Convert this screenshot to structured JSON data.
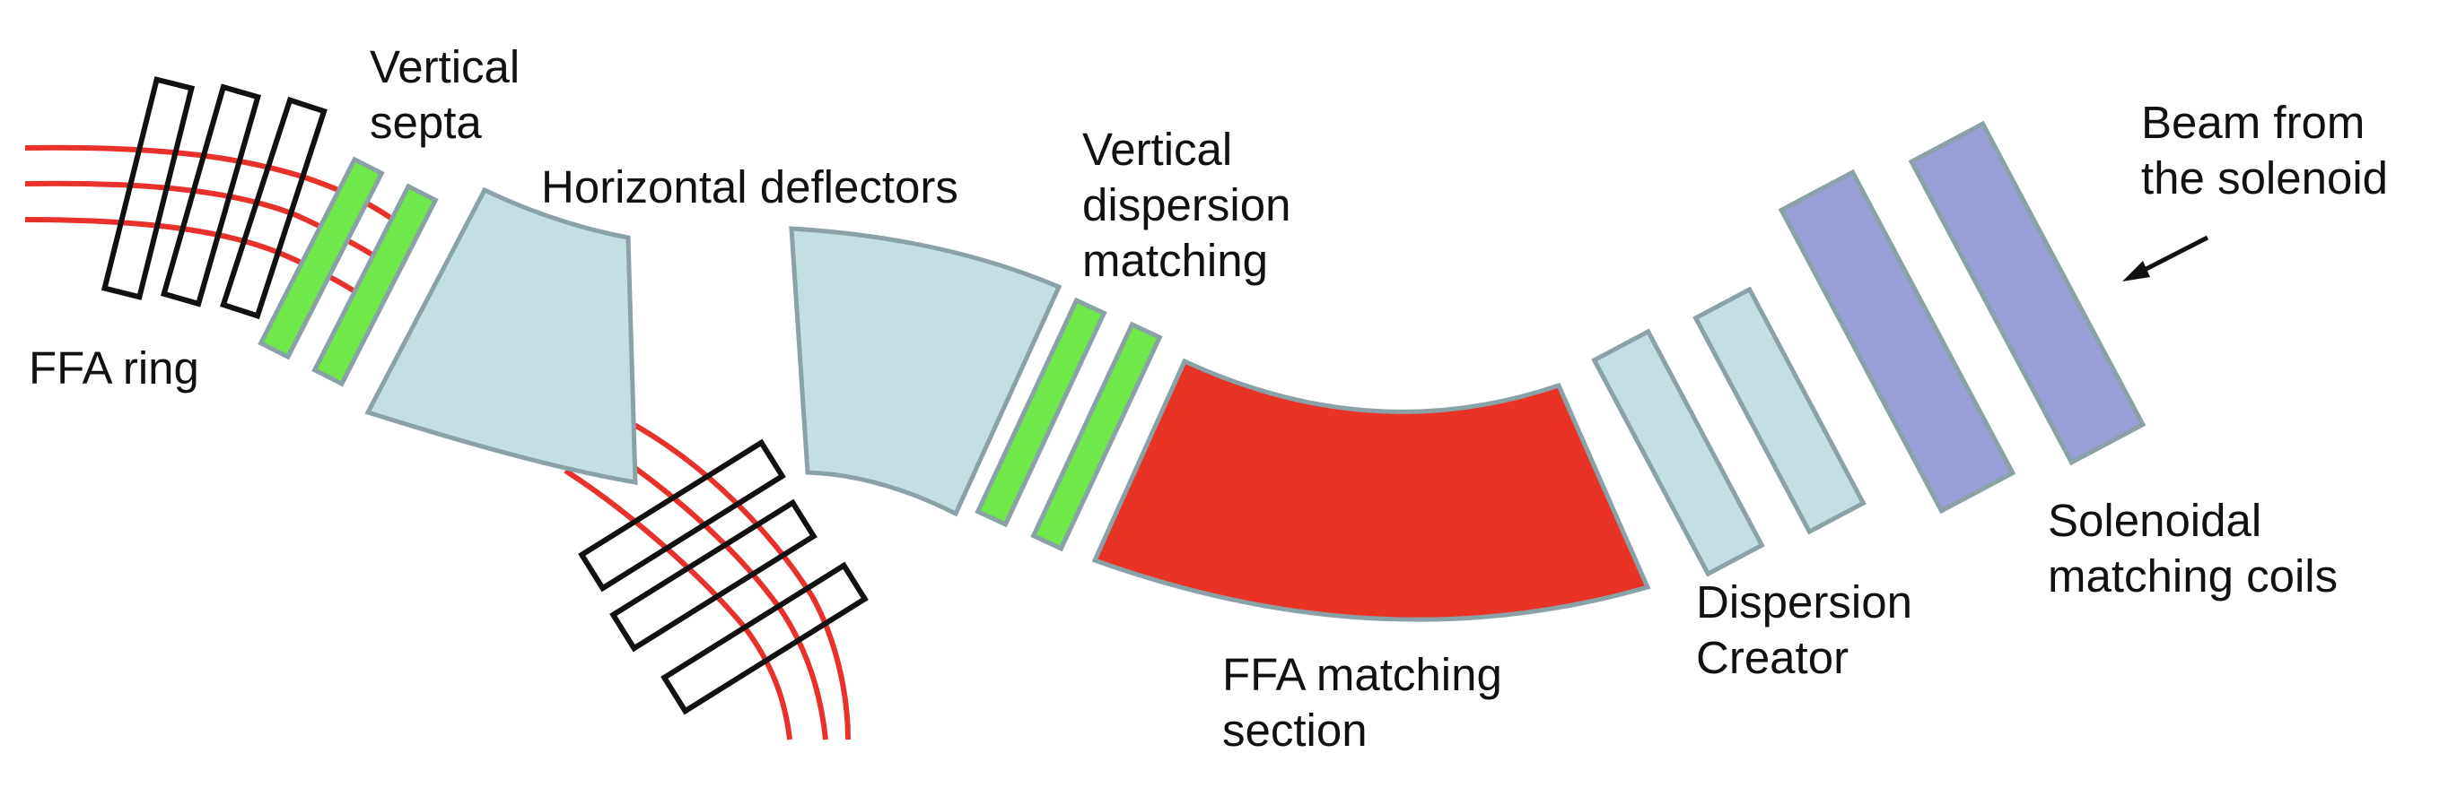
{
  "labels": {
    "vertical_septa": [
      "Vertical",
      "septa"
    ],
    "horizontal_deflectors": "Horizontal deflectors",
    "vertical_dispersion_matching": [
      "Vertical",
      "dispersion",
      "matching"
    ],
    "beam_from_solenoid": [
      "Beam from",
      "the solenoid"
    ],
    "ffa_ring": "FFA ring",
    "solenoidal_matching_coils": [
      "Solenoidal",
      "matching coils"
    ],
    "dispersion_creator": [
      "Dispersion",
      "Creator"
    ],
    "ffa_matching_section": [
      "FFA matching",
      "section"
    ]
  },
  "colors": {
    "beam": "#e8312a",
    "septa_fill": "#6fe84a",
    "deflector_fill": "#c2dfe2",
    "matching_section_fill": "#e83325",
    "solenoid_coil_fill": "#9b9fd8",
    "element_outline": "#8aa1a8",
    "ring_magnet_outline": "#111111"
  }
}
